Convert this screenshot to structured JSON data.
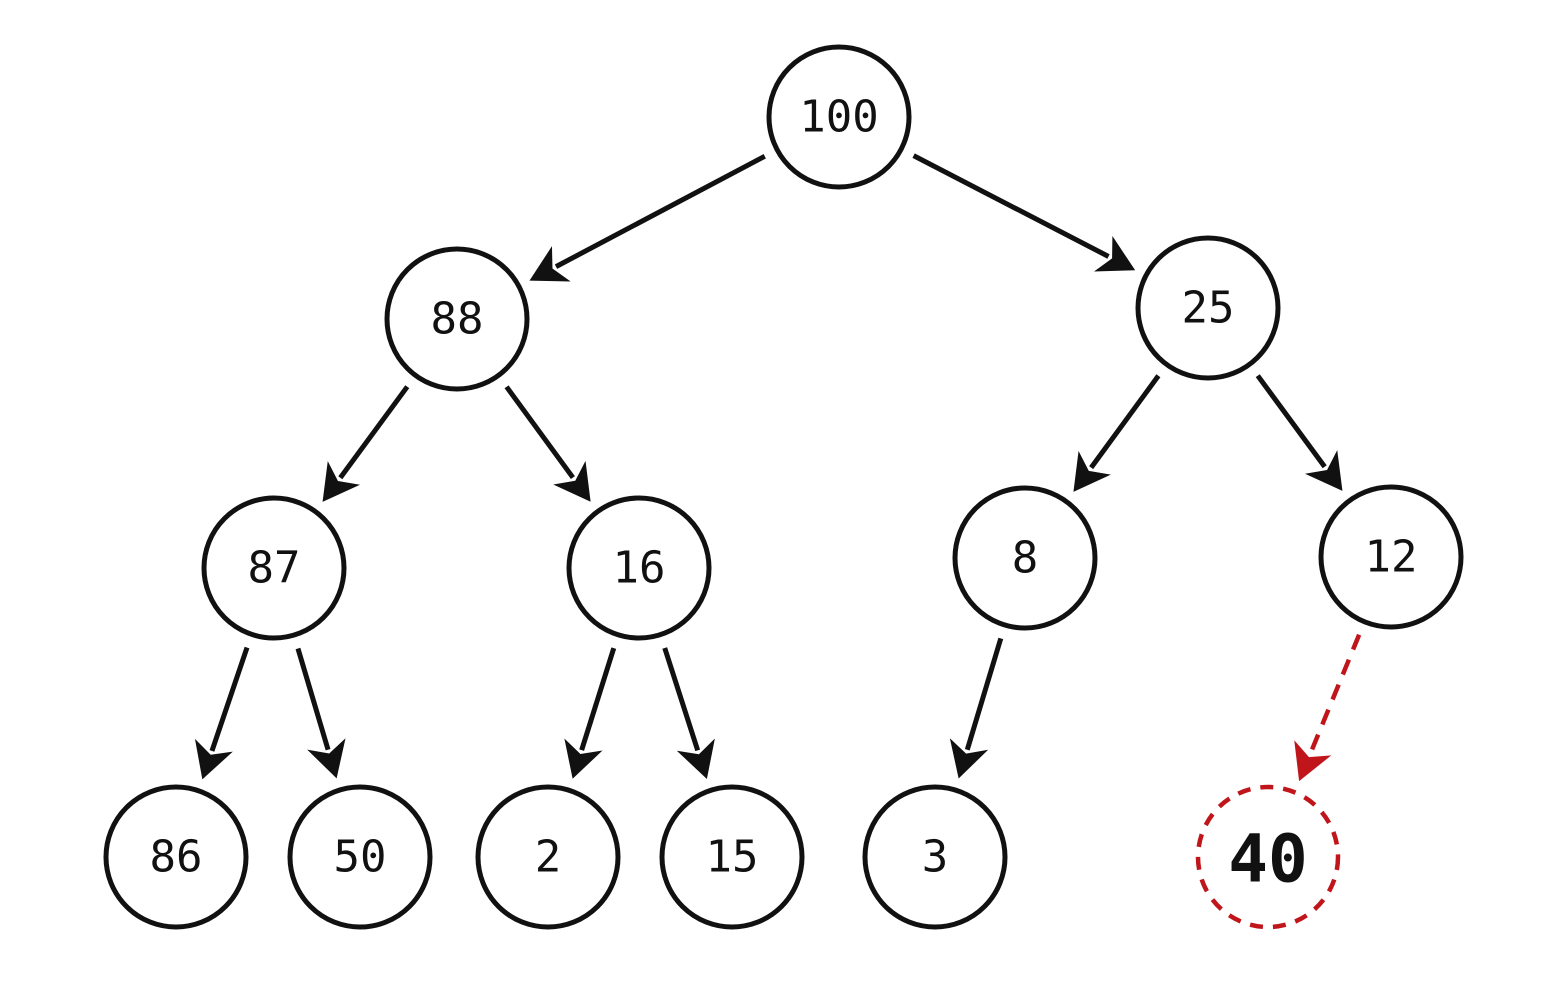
{
  "colors": {
    "edge": "#111111",
    "pending": "#c0151b",
    "node_fill": "#ffffff"
  },
  "nodes": [
    {
      "id": "n100",
      "label": "100",
      "state": "normal"
    },
    {
      "id": "n88",
      "label": "88",
      "state": "normal"
    },
    {
      "id": "n25",
      "label": "25",
      "state": "normal"
    },
    {
      "id": "n87",
      "label": "87",
      "state": "normal"
    },
    {
      "id": "n16",
      "label": "16",
      "state": "normal"
    },
    {
      "id": "n8",
      "label": "8",
      "state": "normal"
    },
    {
      "id": "n12",
      "label": "12",
      "state": "normal"
    },
    {
      "id": "n86",
      "label": "86",
      "state": "normal"
    },
    {
      "id": "n50",
      "label": "50",
      "state": "normal"
    },
    {
      "id": "n2",
      "label": "2",
      "state": "normal"
    },
    {
      "id": "n15",
      "label": "15",
      "state": "normal"
    },
    {
      "id": "n3",
      "label": "3",
      "state": "normal"
    },
    {
      "id": "n40",
      "label": "40",
      "state": "pending"
    }
  ],
  "edges": [
    {
      "from": "n100",
      "to": "n88",
      "style": "solid"
    },
    {
      "from": "n100",
      "to": "n25",
      "style": "solid"
    },
    {
      "from": "n88",
      "to": "n87",
      "style": "solid"
    },
    {
      "from": "n88",
      "to": "n16",
      "style": "solid"
    },
    {
      "from": "n25",
      "to": "n8",
      "style": "solid"
    },
    {
      "from": "n25",
      "to": "n12",
      "style": "solid"
    },
    {
      "from": "n87",
      "to": "n86",
      "style": "solid"
    },
    {
      "from": "n87",
      "to": "n50",
      "style": "solid"
    },
    {
      "from": "n16",
      "to": "n2",
      "style": "solid"
    },
    {
      "from": "n16",
      "to": "n15",
      "style": "solid"
    },
    {
      "from": "n8",
      "to": "n3",
      "style": "solid"
    },
    {
      "from": "n12",
      "to": "n40",
      "style": "dashed"
    }
  ]
}
